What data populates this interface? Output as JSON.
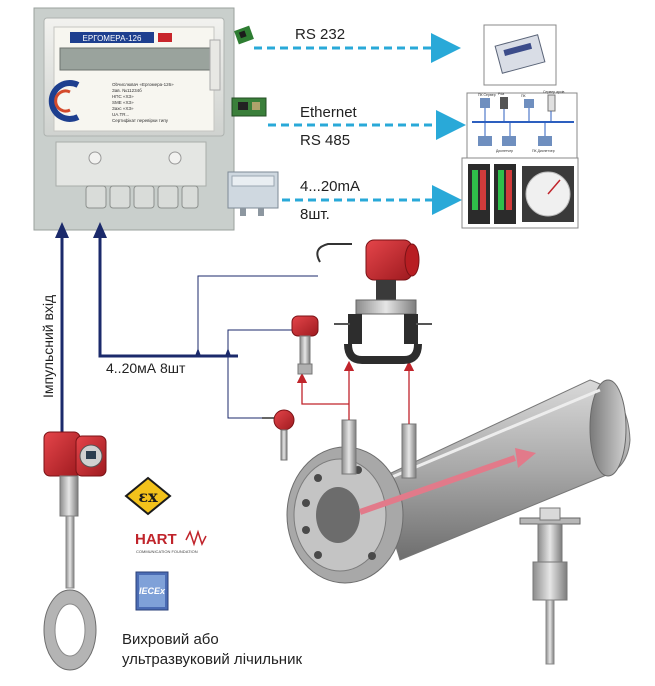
{
  "device": {
    "model": "ЕРГОМЕРА-126",
    "panel_lines": [
      "Obчислювач «Ергомера-126»",
      "Зав. №11234б",
      "НПС «ХЗ»",
      "SME «ХЗ»",
      "Захс «ХЗ»",
      "UA.TR...",
      "Сертифікат перевірки типу"
    ]
  },
  "connections": [
    {
      "label": "RS 232"
    },
    {
      "label": "Ethernet"
    },
    {
      "label": "RS 485"
    },
    {
      "label": "4...20mA"
    },
    {
      "label": "8шт."
    }
  ],
  "network": {
    "node_labels": [
      "ПК Сервер",
      "Pda",
      "ПК",
      "Сервер архів",
      "Диспетчер",
      "ПК Диспетчер"
    ]
  },
  "bus_label": "4..20мА  8шт",
  "pulse_label": "Імпульсний вхід",
  "logos": {
    "ex": "εx",
    "hart": "HART",
    "hart_sub": "COMMUNICATION FOUNDATION",
    "iecex": "IECEx"
  },
  "caption": {
    "line1": "Вихровий або",
    "line2": "ультразвуковий лічильник"
  },
  "colors": {
    "arrow_blue": "#1b2a6b",
    "dashed_cyan": "#29a9d8",
    "signal_red": "#c0242b",
    "device_red": "#c8252b",
    "pipe_grey": "#9a9a9a"
  }
}
